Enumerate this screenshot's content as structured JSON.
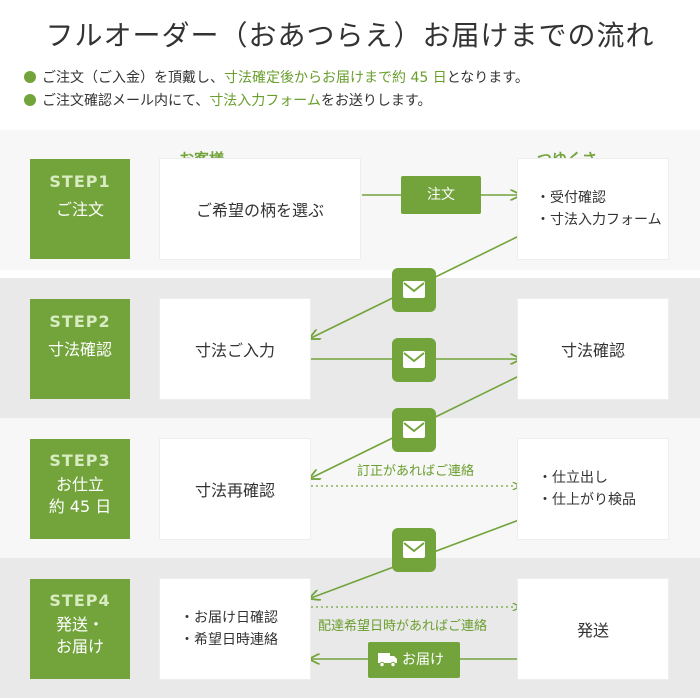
{
  "title": "フルオーダー（おあつらえ）お届けまでの流れ",
  "notes": [
    {
      "prefix": "ご注文（ご入金）を頂戴し、",
      "highlight": "寸法確定後からお届けまで約 45 日",
      "suffix": "となります。"
    },
    {
      "prefix": "ご注文確認メール内にて、",
      "highlight": "寸法入力フォーム",
      "suffix": "をお送りします。"
    }
  ],
  "columns": {
    "customer": "お客様",
    "shop": "つゆくさ"
  },
  "steps": [
    {
      "num": "STEP1",
      "name": "ご注文"
    },
    {
      "num": "STEP2",
      "name": "寸法確認"
    },
    {
      "num": "STEP3",
      "name_line1": "お仕立",
      "name_line2": "約 45 日"
    },
    {
      "num": "STEP4",
      "name_line1": "発送・",
      "name_line2": "お届け"
    }
  ],
  "customer_boxes": {
    "step1": "ご希望の柄を選ぶ",
    "step2": "寸法ご入力",
    "step3": "寸法再確認",
    "step4_items": [
      "・お届け日確認",
      "・希望日時連絡"
    ]
  },
  "shop_boxes": {
    "step1_items": [
      "・受付確認",
      "・寸法入力フォーム"
    ],
    "step2": "寸法確認",
    "step3_items": [
      "・仕立出し",
      "・仕上がり検品"
    ],
    "step4": "発送"
  },
  "flow_labels": {
    "order": "注文",
    "correction": "訂正があればご連絡",
    "delivery_request": "配達希望日時があればご連絡",
    "delivery": "お届け"
  },
  "icons": {
    "mail": "envelope-icon",
    "truck": "truck-icon"
  },
  "colors": {
    "accent": "#72a43b",
    "accent_text": "#6a9e2e",
    "band_light": "#f7f7f7",
    "band_dark": "#e9e9e9"
  }
}
